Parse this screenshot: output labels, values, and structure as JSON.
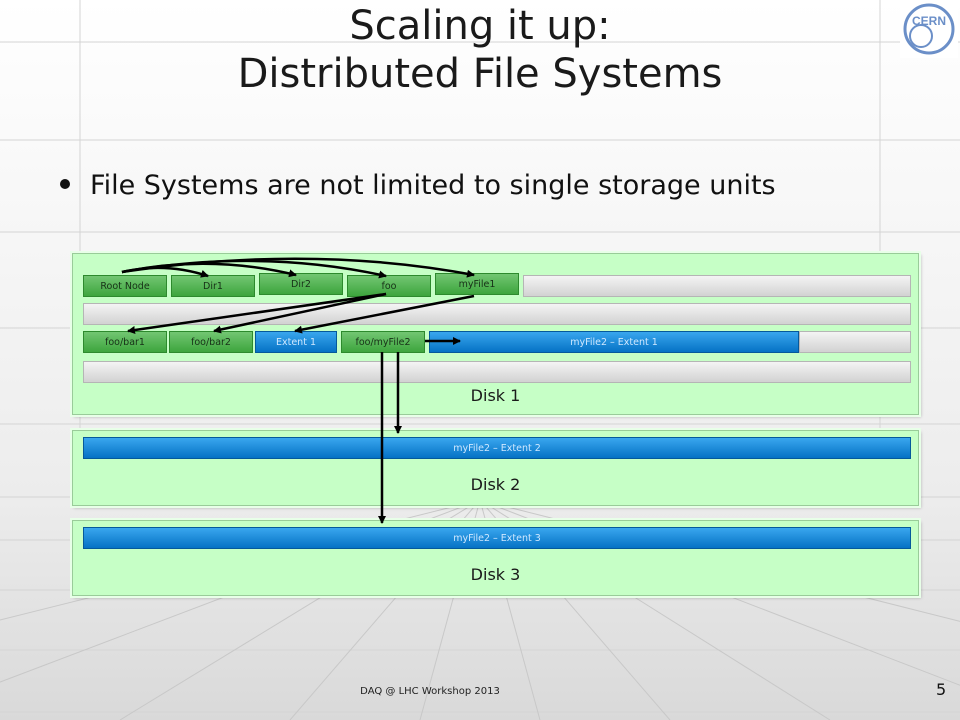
{
  "title": {
    "line1": "Scaling it up:",
    "line2": "Distributed File Systems"
  },
  "bullets": [
    "File Systems are not limited to single storage units"
  ],
  "logo": {
    "text": "CERN",
    "color": "#6b8fc8"
  },
  "disk1": {
    "label": "Disk 1",
    "row1": [
      "Root Node",
      "Dir1",
      "Dir2",
      "foo",
      "myFile1"
    ],
    "row3": [
      "foo/bar1",
      "foo/bar2",
      "Extent 1",
      "foo/myFile2",
      "myFile2 – Extent 1"
    ]
  },
  "disk2": {
    "label": "Disk 2",
    "extent": "myFile2 – Extent 2"
  },
  "disk3": {
    "label": "Disk 3",
    "extent": "myFile2 – Extent 3"
  },
  "footer": {
    "text": "DAQ @ LHC Workshop 2013",
    "page": "5"
  },
  "colors": {
    "disk": "#c6ffc6",
    "block_green": "#3da53d",
    "block_blue": "#0572c5"
  }
}
